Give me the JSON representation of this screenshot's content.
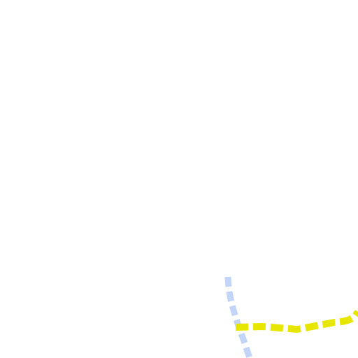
{
  "map": {
    "background_color": "#ffffff",
    "routes": [
      {
        "name": "blue-dashed-route",
        "color": "#c2d4f8",
        "style": "dashed"
      },
      {
        "name": "yellow-dashed-route",
        "color": "#e6e600",
        "style": "dashed"
      }
    ]
  }
}
